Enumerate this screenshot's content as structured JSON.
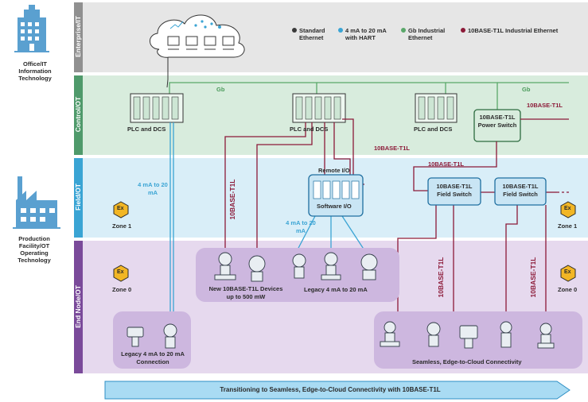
{
  "side": {
    "top_caption": "Office/IT Information Technology",
    "bottom_caption": "Production Facility/OT Operating Technology"
  },
  "bands": {
    "enterprise": "Enterprise/IT",
    "control": "Control/OT",
    "field": "Field/OT",
    "endnode": "End Node/OT"
  },
  "legend": {
    "standard": "Standard Ethernet",
    "hart": "4 mA to 20 mA with HART",
    "gb": "Gb Industrial Ethernet",
    "t1l": "10BASE-T1L Industrial Ethernet"
  },
  "colors": {
    "standard": "#3a3a3a",
    "hart": "#3aa4d4",
    "gb": "#5aa86a",
    "t1l": "#8c1a38",
    "enterprise_bg": "#e6e6e6",
    "control_bg": "#d8ecdd",
    "field_bg": "#d9eef8",
    "endnode_bg": "#e6d9ee"
  },
  "labels": {
    "plc1": "PLC and DCS",
    "plc2": "PLC and DCS",
    "plc3": "PLC and DCS",
    "gb1": "Gb",
    "gb2": "Gb",
    "t1l_top_right": "10BASE-T1L",
    "power_switch": "10BASE-T1L Power Switch",
    "t1l_mid": "10BASE-T1L",
    "t1l_field": "10BASE-T1L",
    "field_switch_1": "10BASE-T1L Field Switch",
    "field_switch_2": "10BASE-T1L Field Switch",
    "remote_io": "Remote I/O",
    "software_io": "Software I/O",
    "ma_left": "4 mA to 20 mA",
    "ma_mid": "4 mA to 20 mA",
    "t1l_vert_left": "10BASE-T1L",
    "t1l_vert_r1": "10BASE-T1L",
    "t1l_vert_r2": "10BASE-T1L",
    "zone1_left": "Zone 1",
    "zone1_right": "Zone 1",
    "zone0_left": "Zone 0",
    "zone0_right": "Zone 0",
    "ex": "Ex",
    "new_devices": "New 10BASE-T1L Devices up to 500 mW",
    "legacy_mid": "Legacy 4 mA to 20 mA",
    "legacy_conn": "Legacy 4 mA to 20 mA Connection",
    "seamless": "Seamless, Edge-to-Cloud Connectivity",
    "banner": "Transitioning to Seamless, Edge-to-Cloud Connectivity with 10BASE-T1L"
  }
}
